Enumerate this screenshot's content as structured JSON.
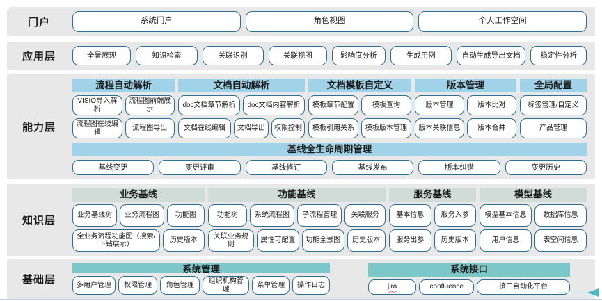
{
  "portal": {
    "label": "门户",
    "buttons": [
      "系统门户",
      "角色视图",
      "个人工作空间"
    ]
  },
  "application": {
    "label": "应用层",
    "buttons": [
      "全景展现",
      "知识检索",
      "关联识别",
      "关联视图",
      "影响度分析",
      "生成用例",
      "自动生成导出文档",
      "稳定性分析"
    ]
  },
  "capability": {
    "label": "能力层",
    "groups": [
      {
        "title": "流程自动解析",
        "rows": [
          [
            "VISIO导入解析",
            "流程图前端展示"
          ],
          [
            "流程图在线编辑",
            "流程图导出"
          ]
        ]
      },
      {
        "title": "文档自动解析",
        "rows": [
          [
            "doc文档章节解析",
            "doc文档内容解析"
          ],
          [
            "文档在线编辑",
            "文档导出",
            "权限控制"
          ]
        ]
      },
      {
        "title": "文档模板自定义",
        "rows": [
          [
            "模板章节配置",
            "模板查询"
          ],
          [
            "模板引用关系",
            "模板版本管理"
          ]
        ]
      },
      {
        "title": "版本管理",
        "rows": [
          [
            "版本管理",
            "版本比对"
          ],
          [
            "版本关联信息",
            "版本合并"
          ]
        ]
      },
      {
        "title": "全局配置",
        "rows": [
          [
            "标签管理/自定义"
          ],
          [
            "产品管理"
          ]
        ]
      }
    ],
    "lifecycle": {
      "title": "基线全生命周期管理",
      "buttons": [
        "基线变更",
        "变更评审",
        "基线修订",
        "基线发布",
        "版本纠错",
        "变更历史"
      ]
    }
  },
  "knowledge": {
    "label": "知识层",
    "groups": [
      {
        "title": "业务基线",
        "rows": [
          [
            "业务基线树",
            "业务流程图",
            "功能图"
          ],
          [
            "全业务流程功能图（搜索/下钻展示）",
            "历史版本"
          ]
        ]
      },
      {
        "title": "功能基线",
        "rows": [
          [
            "功能树",
            "系统流程图",
            "子流程管理",
            "关联服务"
          ],
          [
            "关联业务规则",
            "属性可配置",
            "功能全景图",
            "历史版本"
          ]
        ]
      },
      {
        "title": "服务基线",
        "rows": [
          [
            "基本信息",
            "服务入参"
          ],
          [
            "服务出参",
            "历史版本"
          ]
        ]
      },
      {
        "title": "模型基线",
        "rows": [
          [
            "模型基本信息",
            "数据库信息"
          ],
          [
            "用户信息",
            "表空间信息"
          ]
        ]
      }
    ]
  },
  "foundation": {
    "label": "基础层",
    "groups": [
      {
        "title": "系统管理",
        "buttons": [
          "多用户管理",
          "权限管理",
          "角色管理",
          "组织机构管理",
          "菜单管理",
          "操作日志"
        ]
      },
      {
        "title": "系统接口",
        "buttons": [
          "jira",
          "confluence",
          "接口自动化平台"
        ]
      }
    ]
  },
  "colors": {
    "band_bg": "#e9e8e8",
    "header_blue": "#a0d3e8",
    "header_sage": "#cfdcd8",
    "header_teal": "#7cc7c9",
    "button_border": "#2b7090",
    "bottom_line": "#b9d5ec",
    "pointer_arrow": "#4bb7c6",
    "spellcheck_wave": "#e03131"
  }
}
